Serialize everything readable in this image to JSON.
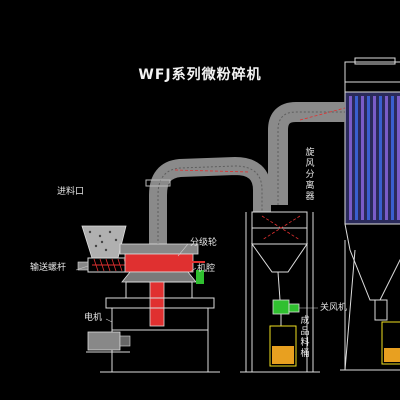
{
  "diagram": {
    "title": "WFJ系列微粉碎机",
    "labels": {
      "inlet": "进料口",
      "screw": "输送螺杆",
      "classifier_wheel": "分级轮",
      "chamber": "机腔",
      "motor": "电机",
      "cyclone": "旋风分离器",
      "fan": "关风机",
      "product_bucket": "成品料桶"
    }
  },
  "colors": {
    "background": "#000000",
    "pipe": "#8a8a8a",
    "pipe_shade": "#5e5e5e",
    "structure": "#ffffff",
    "crusher_red": "#e03030",
    "filter_purple": "#7a5cc8",
    "filter_blue": "#3a5fd0",
    "yellow": "#f0e020",
    "green": "#30c030",
    "product_orange": "#e8a020"
  }
}
